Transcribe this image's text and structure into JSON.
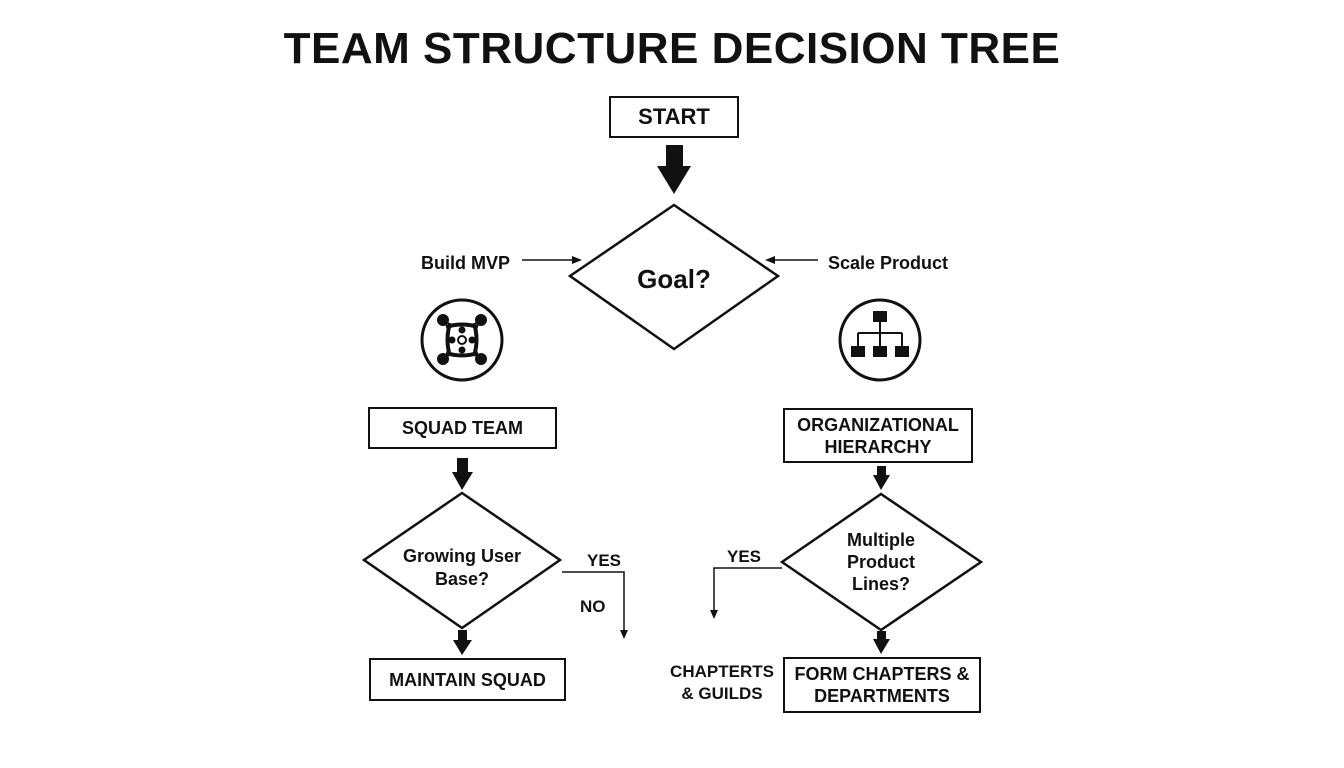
{
  "title": "TEAM STRUCTURE DECISION TREE",
  "nodes": {
    "start": "START",
    "goal": "Goal?",
    "squad_team": "SQUAD TEAM",
    "org_hierarchy_line1": "ORGANIZATIONAL",
    "org_hierarchy_line2": "HIERARCHY",
    "growing_line1": "Growing User",
    "growing_line2": "Base?",
    "multiple_line1": "Multiple",
    "multiple_line2": "Product",
    "multiple_line3": "Lines?",
    "maintain_squad": "MAINTAIN SQUAD",
    "form_chapters_line1": "FORM CHAPTERS &",
    "form_chapters_line2": "DEPARTMENTS",
    "chapters_guilds_line1": "CHAPTERTS",
    "chapters_guilds_line2": "& GUILDS"
  },
  "edges": {
    "build_mvp": "Build MVP",
    "scale_product": "Scale Product",
    "yes_left": "YES",
    "no_left": "NO",
    "yes_right": "YES"
  },
  "icons": {
    "left": "team-collaboration-icon",
    "right": "org-chart-icon"
  },
  "colors": {
    "ink": "#111111",
    "background": "#ffffff"
  }
}
